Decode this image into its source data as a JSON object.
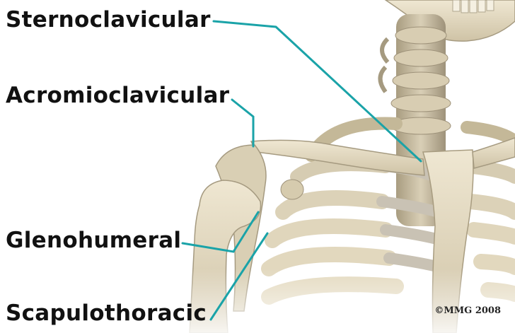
{
  "labels": {
    "sternoclavicular": "Sternoclavicular",
    "acromioclavicular": "Acromioclavicular",
    "glenohumeral": "Glenohumeral",
    "scapulothoracic": "Scapulothoracic"
  },
  "copyright": "©MMG 2008",
  "colors": {
    "leader_line": "#1aa3a8",
    "bone": "#e6dcc4",
    "bone_shadow": "#b8ab8e",
    "cartilage": "#c9c2b4"
  }
}
